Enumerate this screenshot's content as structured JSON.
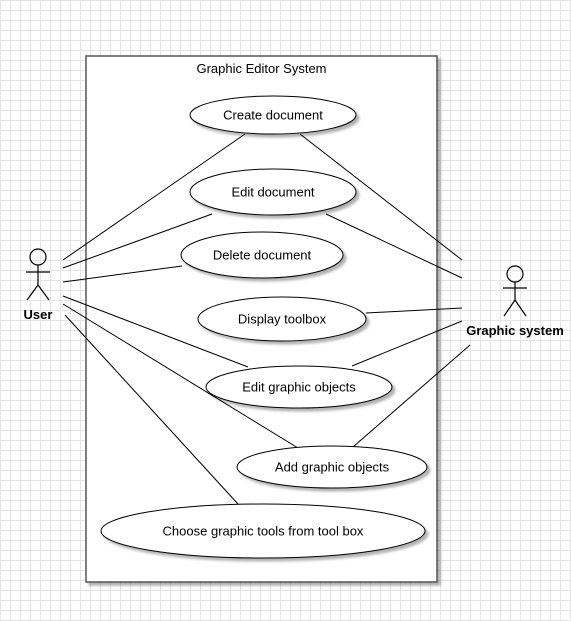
{
  "system": {
    "title": "Graphic Editor System"
  },
  "actors": [
    {
      "id": "user",
      "name": "User"
    },
    {
      "id": "graphic_system",
      "name": "Graphic system"
    }
  ],
  "use_cases": [
    {
      "id": "create_document",
      "label": "Create document"
    },
    {
      "id": "edit_document",
      "label": "Edit document"
    },
    {
      "id": "delete_document",
      "label": "Delete document"
    },
    {
      "id": "display_toolbox",
      "label": "Display toolbox"
    },
    {
      "id": "edit_graphic_objects",
      "label": "Edit graphic objects"
    },
    {
      "id": "add_graphic_objects",
      "label": "Add graphic objects"
    },
    {
      "id": "choose_graphic_tools",
      "label": "Choose graphic tools from tool box"
    }
  ],
  "associations": [
    {
      "actor": "user",
      "use_case": "create_document"
    },
    {
      "actor": "user",
      "use_case": "edit_document"
    },
    {
      "actor": "user",
      "use_case": "delete_document"
    },
    {
      "actor": "user",
      "use_case": "edit_graphic_objects"
    },
    {
      "actor": "user",
      "use_case": "add_graphic_objects"
    },
    {
      "actor": "user",
      "use_case": "choose_graphic_tools"
    },
    {
      "actor": "graphic_system",
      "use_case": "create_document"
    },
    {
      "actor": "graphic_system",
      "use_case": "edit_document"
    },
    {
      "actor": "graphic_system",
      "use_case": "display_toolbox"
    },
    {
      "actor": "graphic_system",
      "use_case": "edit_graphic_objects"
    },
    {
      "actor": "graphic_system",
      "use_case": "add_graphic_objects"
    }
  ]
}
